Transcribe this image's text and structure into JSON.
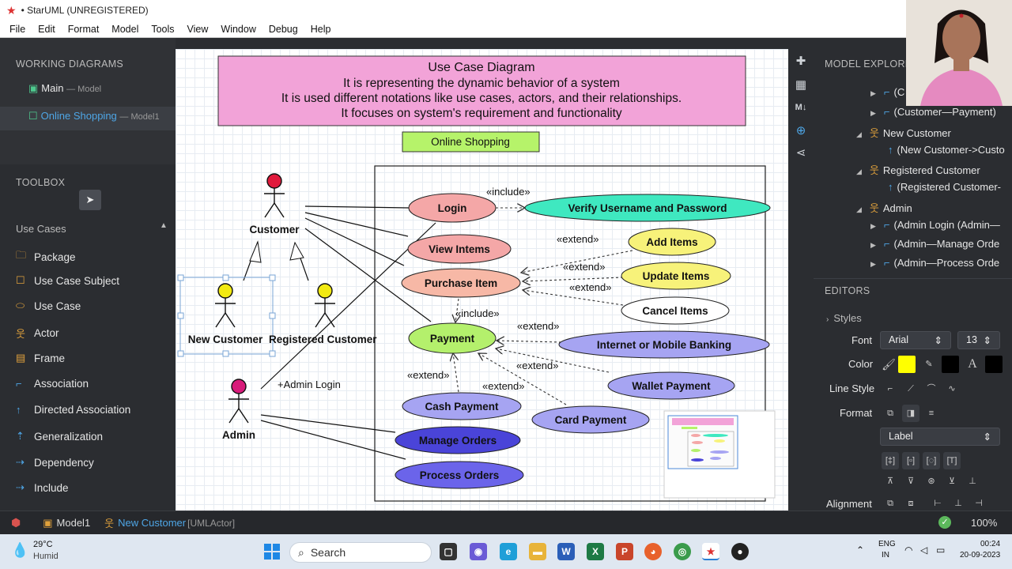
{
  "window": {
    "title": "• StarUML (UNREGISTERED)"
  },
  "menu": [
    "File",
    "Edit",
    "Format",
    "Model",
    "Tools",
    "View",
    "Window",
    "Debug",
    "Help"
  ],
  "working_diagrams": {
    "title": "WORKING DIAGRAMS",
    "items": [
      {
        "name": "Main",
        "sub": "— Model"
      },
      {
        "name": "Online Shopping",
        "sub": "— Model1"
      }
    ]
  },
  "toolbox": {
    "title": "TOOLBOX",
    "section": "Use Cases",
    "items": [
      "Package",
      "Use Case Subject",
      "Use Case",
      "Actor",
      "Frame",
      "Association",
      "Directed Association",
      "Generalization",
      "Dependency",
      "Include"
    ]
  },
  "diagram": {
    "header": [
      "Use Case Diagram",
      "It is representing the dynamic behavior of a system",
      "It is used different notations like use cases, actors, and their relationships.",
      "It focuses on system's requirement and functionality"
    ],
    "subject": "Online Shopping",
    "actors": {
      "customer": "Customer",
      "new_customer": "New Customer",
      "registered_customer": "Registered Customer",
      "admin": "Admin"
    },
    "usecases": {
      "login": "Login",
      "verify": "Verify Username and Password",
      "view": "View Intems",
      "purchase": "Purchase Item",
      "add": "Add Items",
      "update": "Update Items",
      "cancel": "Cancel Items",
      "payment": "Payment",
      "netbank": "Internet or Mobile Banking",
      "wallet": "Wallet Payment",
      "cash": "Cash Payment",
      "card": "Card Payment",
      "manage": "Manage Orders",
      "process": "Process Orders"
    },
    "labels": {
      "include": "«include»",
      "extend": "«extend»",
      "admin_login": "+Admin Login"
    }
  },
  "model_explorer": {
    "title": "MODEL EXPLORER",
    "items": [
      "(C",
      "(Customer—Payment)",
      "New Customer",
      "(New Customer->Custo",
      "Registered Customer",
      "(Registered Customer-",
      "Admin",
      "(Admin Login (Admin—",
      "(Admin—Manage Orde",
      "(Admin—Process Orde"
    ]
  },
  "editors": {
    "title": "EDITORS",
    "styles": "Styles",
    "font_label": "Font",
    "font": "Arial",
    "font_size": "13",
    "color_label": "Color",
    "line_style_label": "Line Style",
    "format_label": "Format",
    "format_value": "Label",
    "alignment_label": "Alignment"
  },
  "status": {
    "model": "Model1",
    "selected": "New Customer",
    "selected_type": "[UMLActor]",
    "zoom": "100%"
  },
  "taskbar": {
    "temp": "29°C",
    "weather": "Humid",
    "search": "Search",
    "lang1": "ENG",
    "lang2": "IN",
    "time": "00:24",
    "date": "20-09-2023"
  },
  "colors": {
    "header_fill": "#f2a3d8",
    "subject_fill": "#b6f36a",
    "accent": "#4ea6e6"
  }
}
